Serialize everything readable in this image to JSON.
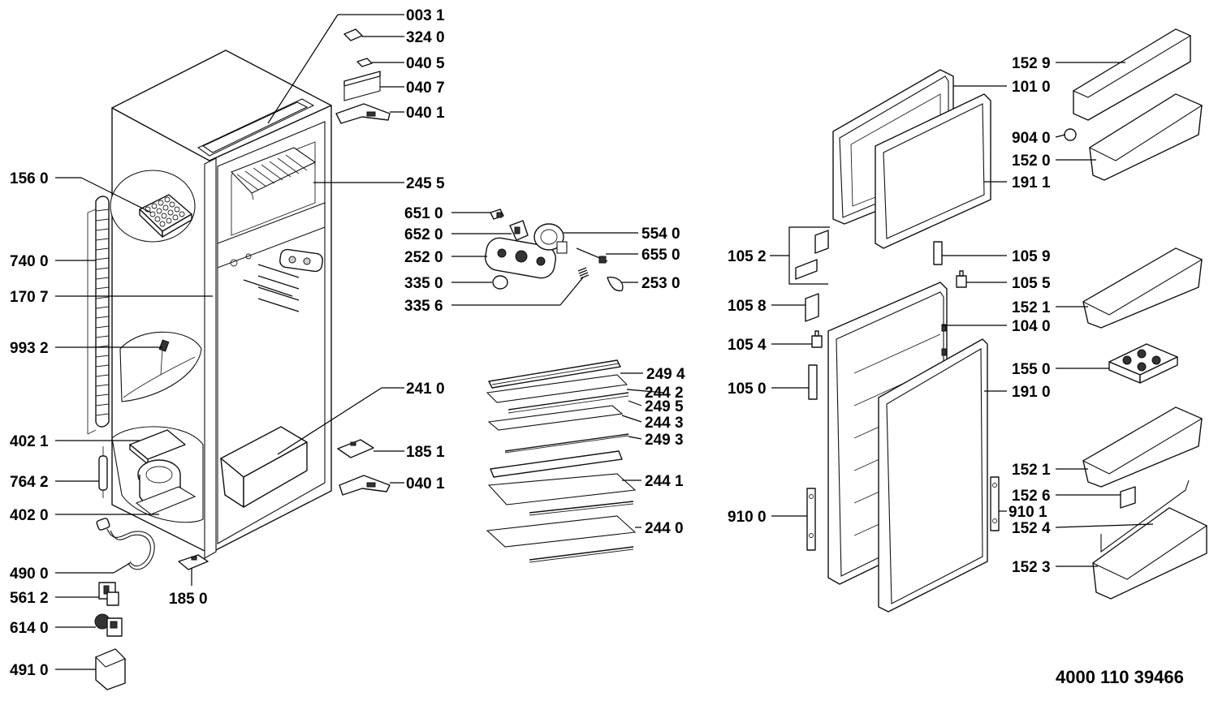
{
  "document_number": "4000 110 39466",
  "labels": {
    "l0031": "003 1",
    "l3240": "324 0",
    "l0405": "040 5",
    "l0407": "040 7",
    "l0401a": "040 1",
    "l2455": "245 5",
    "l1560": "156 0",
    "l7400": "740 0",
    "l1707": "170 7",
    "l9932": "993 2",
    "l4021": "402 1",
    "l7642": "764 2",
    "l4020": "402 0",
    "l4900": "490 0",
    "l5612": "561 2",
    "l6140": "614 0",
    "l4910": "491 0",
    "l1850": "185 0",
    "l6510": "651 0",
    "l6520": "652 0",
    "l2520": "252 0",
    "l3350": "335 0",
    "l3356": "335 6",
    "l5540": "554 0",
    "l6550": "655 0",
    "l2530": "253 0",
    "l2494": "249 4",
    "l2442": "244 2",
    "l2495": "249 5",
    "l2443": "244 3",
    "l2493": "249 3",
    "l2441": "244 1",
    "l2440": "244 0",
    "l2410": "241 0",
    "l1851": "185 1",
    "l0401b": "040 1",
    "l1529": "152 9",
    "l1010": "101 0",
    "l9040": "904 0",
    "l1520": "152 0",
    "l1911a": "191 1",
    "l1052": "105 2",
    "l1059": "105 9",
    "l1055": "105 5",
    "l1058": "105 8",
    "l1521a": "152 1",
    "l1040": "104 0",
    "l1054": "105 4",
    "l1550": "155 0",
    "l1050": "105 0",
    "l1910": "191 0",
    "l1521b": "152 1",
    "l1526": "152 6",
    "l9100": "910 0",
    "l9101": "910 1",
    "l1524": "152 4",
    "l1523": "152 3"
  }
}
